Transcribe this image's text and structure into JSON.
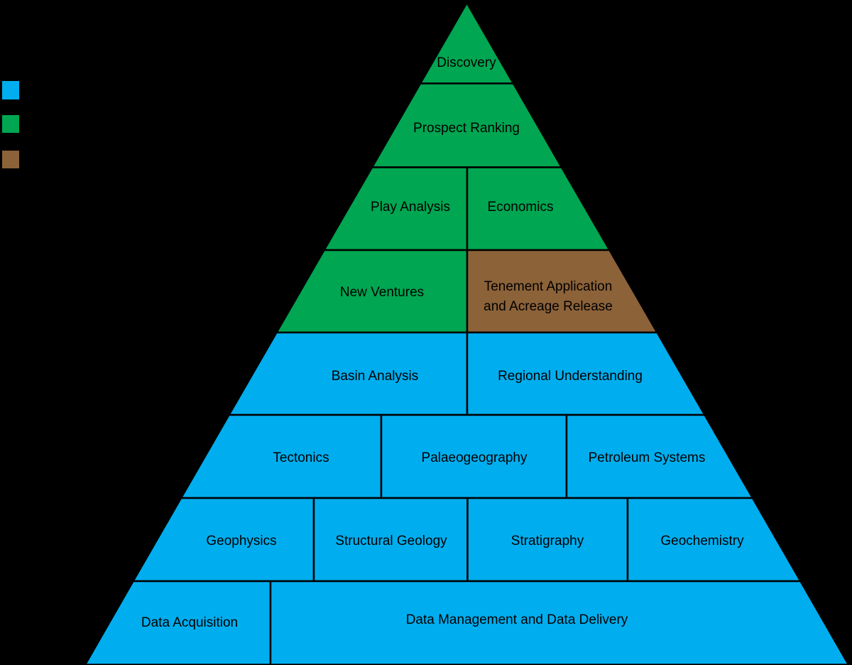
{
  "colors": {
    "background": "#000000",
    "blue": "#00AEEF",
    "green": "#00A651",
    "brown": "#8C6239",
    "outline": "#000000",
    "label_text": "#000000"
  },
  "legend": {
    "swatches": [
      {
        "name": "blue-swatch",
        "color": "#00AEEF"
      },
      {
        "name": "green-swatch",
        "color": "#00A651"
      },
      {
        "name": "brown-swatch",
        "color": "#8C6239"
      }
    ]
  },
  "pyramid": {
    "levels": [
      {
        "cells": [
          {
            "label": "Discovery",
            "color": "green"
          }
        ]
      },
      {
        "cells": [
          {
            "label": "Prospect Ranking",
            "color": "green"
          }
        ]
      },
      {
        "cells": [
          {
            "label": "Play Analysis",
            "color": "green"
          },
          {
            "label": "Economics",
            "color": "green"
          }
        ]
      },
      {
        "cells": [
          {
            "label": "New Ventures",
            "color": "green"
          },
          {
            "label": "Tenement Application and Acreage Release",
            "line1": "Tenement Application",
            "line2": "and Acreage Release",
            "color": "brown"
          }
        ]
      },
      {
        "cells": [
          {
            "label": "Basin Analysis",
            "color": "blue"
          },
          {
            "label": "Regional Understanding",
            "color": "blue"
          }
        ]
      },
      {
        "cells": [
          {
            "label": "Tectonics",
            "color": "blue"
          },
          {
            "label": "Palaeogeography",
            "color": "blue"
          },
          {
            "label": "Petroleum Systems",
            "color": "blue"
          }
        ]
      },
      {
        "cells": [
          {
            "label": "Geophysics",
            "color": "blue"
          },
          {
            "label": "Structural Geology",
            "color": "blue"
          },
          {
            "label": "Stratigraphy",
            "color": "blue"
          },
          {
            "label": "Geochemistry",
            "color": "blue"
          }
        ]
      },
      {
        "cells": [
          {
            "label": "Data Acquisition",
            "color": "blue"
          },
          {
            "label": "Data Management and Data Delivery",
            "color": "blue"
          }
        ]
      }
    ]
  }
}
